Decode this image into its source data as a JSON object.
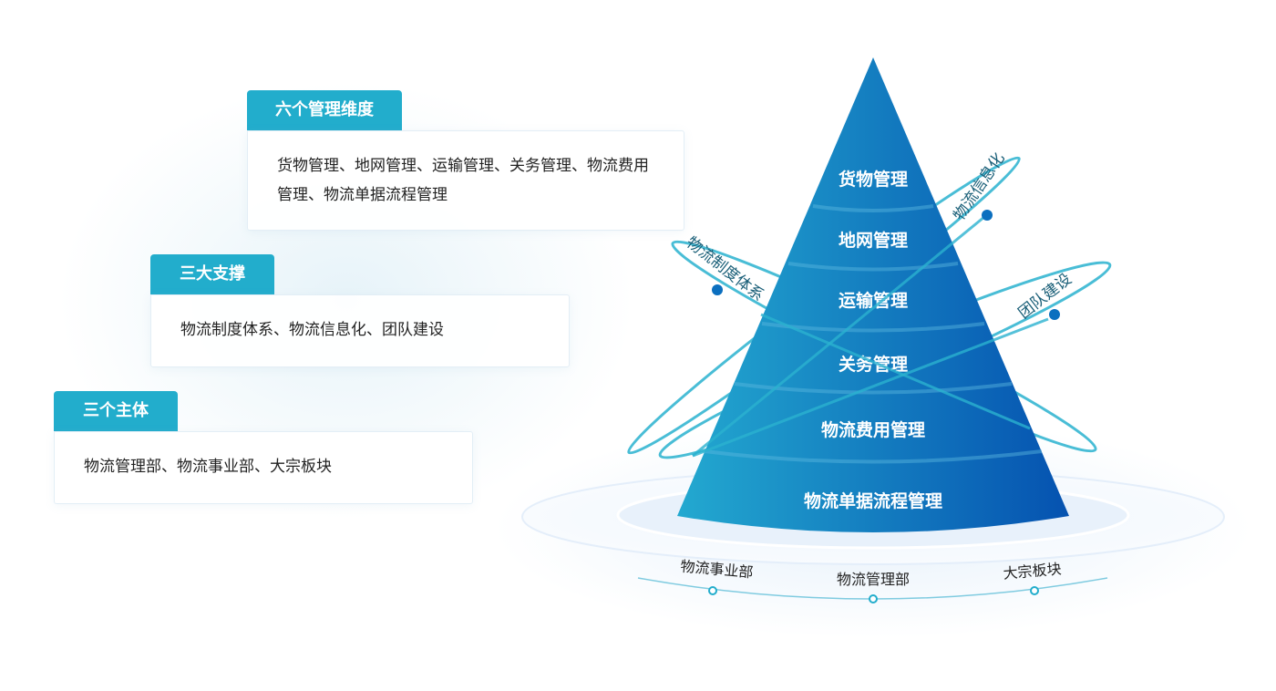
{
  "cards": [
    {
      "title": "六个管理维度",
      "text": "货物管理、地网管理、运输管理、关务管理、物流费用管理、物流单据流程管理"
    },
    {
      "title": "三大支撑",
      "text": "物流制度体系、物流信息化、团队建设"
    },
    {
      "title": "三个主体",
      "text": "物流管理部、物流事业部、大宗板块"
    }
  ],
  "pyramid": {
    "tiers": [
      "货物管理",
      "地网管理",
      "运输管理",
      "关务管理",
      "物流费用管理",
      "物流单据流程管理"
    ]
  },
  "orbits": [
    "物流制度体系",
    "物流信息化",
    "团队建设"
  ],
  "base": [
    "物流事业部",
    "物流管理部",
    "大宗板块"
  ],
  "colors": {
    "accent": "#22adcc",
    "pyramid_light": "#23a9d0",
    "pyramid_dark": "#0552b0"
  }
}
